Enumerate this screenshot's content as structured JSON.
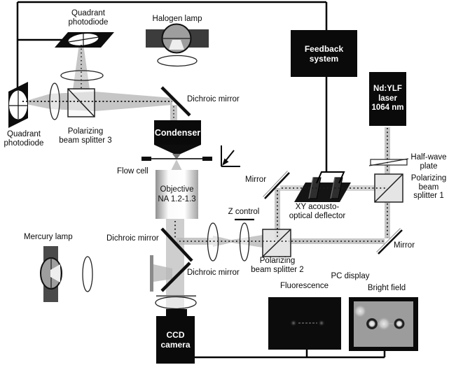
{
  "labels": {
    "qpd_top": "Quadrant\nphotodiode",
    "halogen": "Halogen lamp",
    "dichroic_top": "Dichroic mirror",
    "qpd_left": "Quadrant\nphotodiode",
    "pbs3": "Polarizing\nbeam splitter 3",
    "flow_cell": "Flow cell",
    "mirror_top": "Mirror",
    "xy_aod": "XY acousto-\noptical deflector",
    "z_control": "Z control",
    "mirror_bottom": "Mirror",
    "pbs2": "Polarizing\nbeam splitter 2",
    "pbs1": "Polarizing\nbeam\nsplitter 1",
    "half_wave": "Half-wave\nplate",
    "mercury": "Mercury lamp",
    "dichroic_mid": "Dichroic mirror",
    "dichroic_low": "Dichroic mirror",
    "pc_display": "PC display",
    "fluorescence": "Fluorescence",
    "bright_field": "Bright field"
  },
  "boxes": {
    "feedback": "Feedback\nsystem",
    "laser": "Nd:YLF\nlaser\n1064 nm",
    "condenser": "Condenser",
    "objective": "Objective\nNA 1.2-1.3",
    "ccd": "CCD\ncamera"
  },
  "colors": {
    "box_black": "#0a0a0a",
    "beam_gray": "#b8b8b8",
    "screen_gray": "#9c9c9c",
    "wire_black": "#000000"
  }
}
